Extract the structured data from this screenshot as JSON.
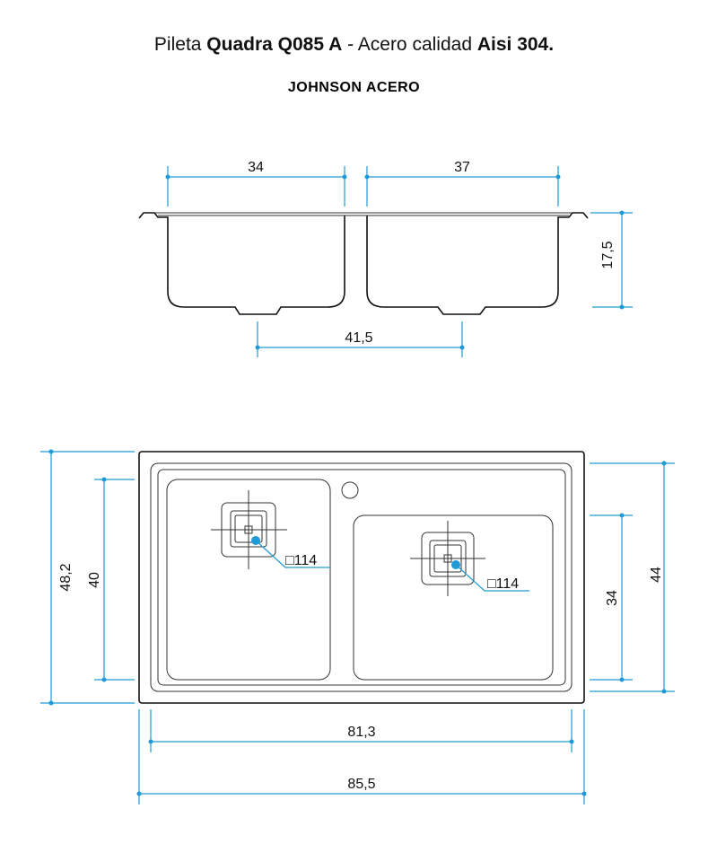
{
  "header": {
    "prefix": "Pileta ",
    "model": "Quadra Q085 A",
    "middle": " - Acero calidad ",
    "material": "Aisi 304.",
    "brand": "JOHNSON ACERO"
  },
  "side_view": {
    "left_bowl_width": "34",
    "right_bowl_width": "37",
    "depth": "17,5",
    "drain_spacing": "41,5"
  },
  "top_view": {
    "outer_depth": "48,2",
    "left_bowl_depth": "40",
    "inner_depth": "44",
    "right_bowl_depth": "34",
    "inner_width": "81,3",
    "outer_width": "85,5",
    "left_drain": "□114",
    "right_drain": "□114"
  },
  "colors": {
    "dimension": "#1f9ad6"
  }
}
